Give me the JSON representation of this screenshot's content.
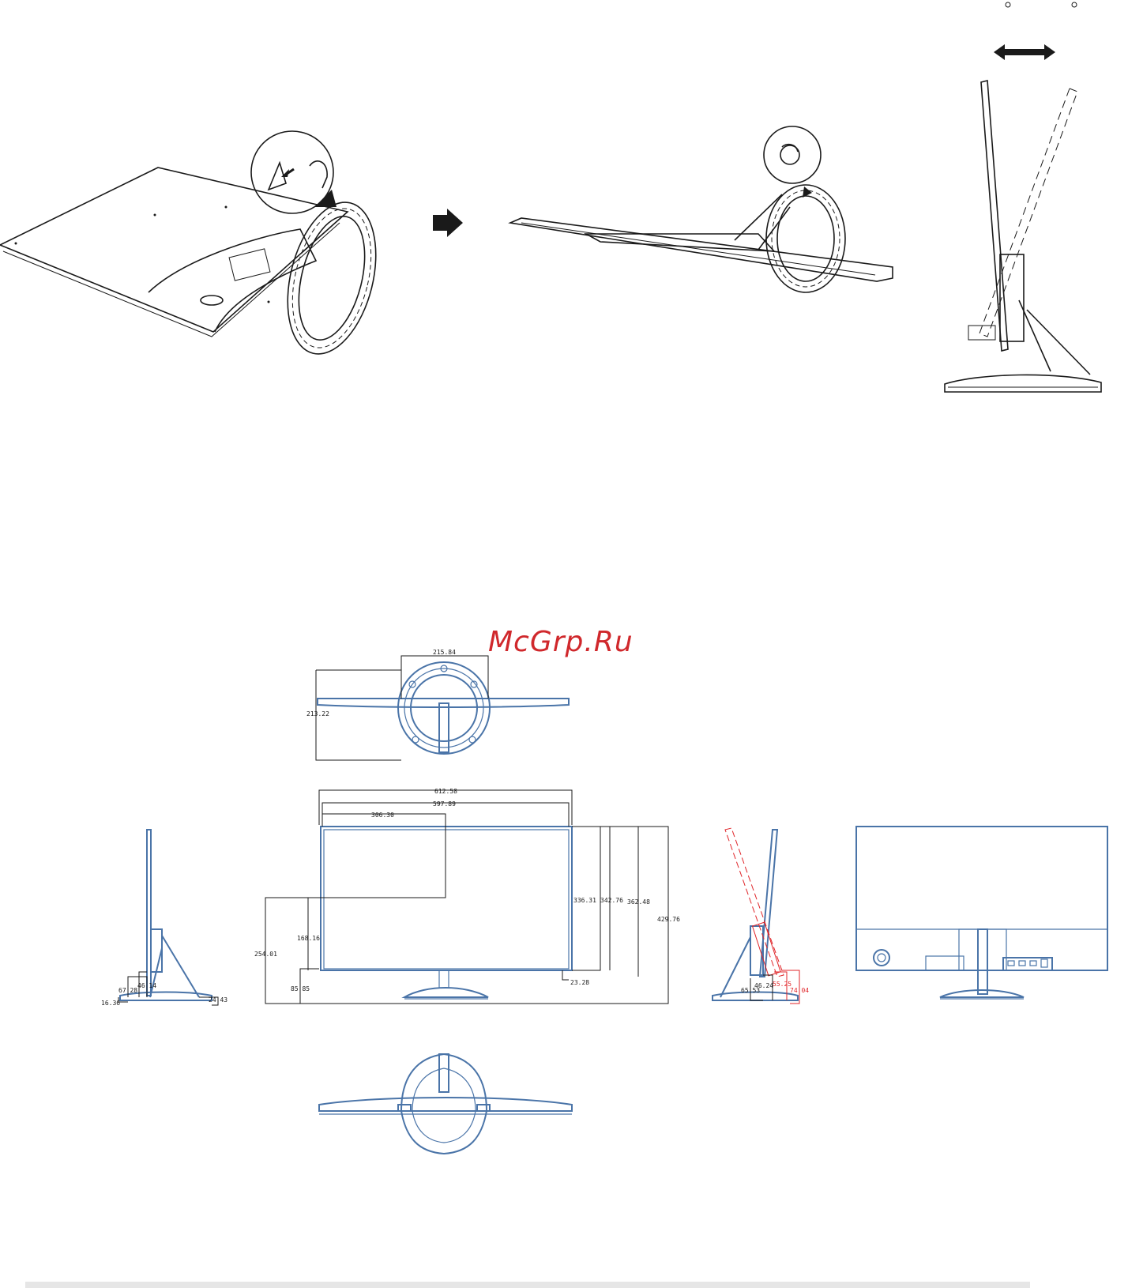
{
  "watermark": "McGrp.Ru",
  "dimensions": {
    "top_view": {
      "width": "215.84",
      "height": "213.22"
    },
    "front_view": {
      "overall_width": "612.58",
      "panel_width": "597.89",
      "half_width": "306.30",
      "panel_height": "336.31",
      "h2": "342.76",
      "h3": "362.48",
      "overall_height": "429.76",
      "center_height": "168.16",
      "lower_height": "254.01",
      "bottom_offset": "85.85",
      "bezel": "23.28"
    },
    "side_view_left": {
      "d1": "67.28",
      "d2": "46.14",
      "d3": "16.36",
      "d4": "24.43"
    },
    "side_view_tilt": {
      "d1": "65.53",
      "d2": "46.24",
      "d3": "55.25",
      "d4": "74.04"
    }
  },
  "colors": {
    "drawing_blue": "#4a74a8",
    "dimension_red": "#e0262a",
    "watermark_red": "#d0282c",
    "ink": "#1a1a1a"
  },
  "icons": {
    "step_arrow": "right-arrow-icon",
    "swivel_arrow": "double-arrow-icon"
  }
}
